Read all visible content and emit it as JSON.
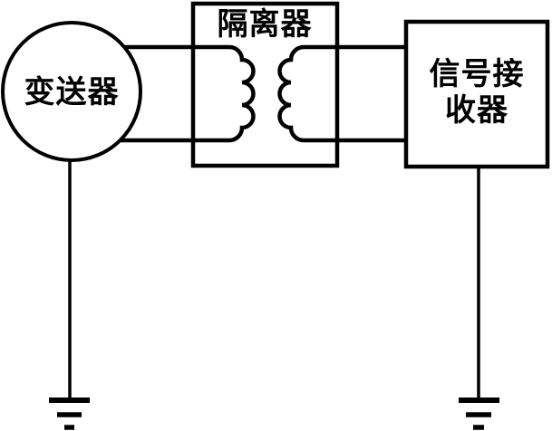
{
  "diagram": {
    "background_color": "#ffffff",
    "line_color": "#000000",
    "nodes": {
      "transmitter": {
        "label": "变送器",
        "shape": "circle"
      },
      "isolator": {
        "label": "隔离器",
        "shape": "rect",
        "contains": "transformer-coils-icon"
      },
      "receiver": {
        "label": "信号接收器",
        "label_line1": "信号接",
        "label_line2": "收器",
        "shape": "rect"
      }
    },
    "grounds": {
      "left": "earth-ground-icon",
      "right": "earth-ground-icon"
    }
  }
}
